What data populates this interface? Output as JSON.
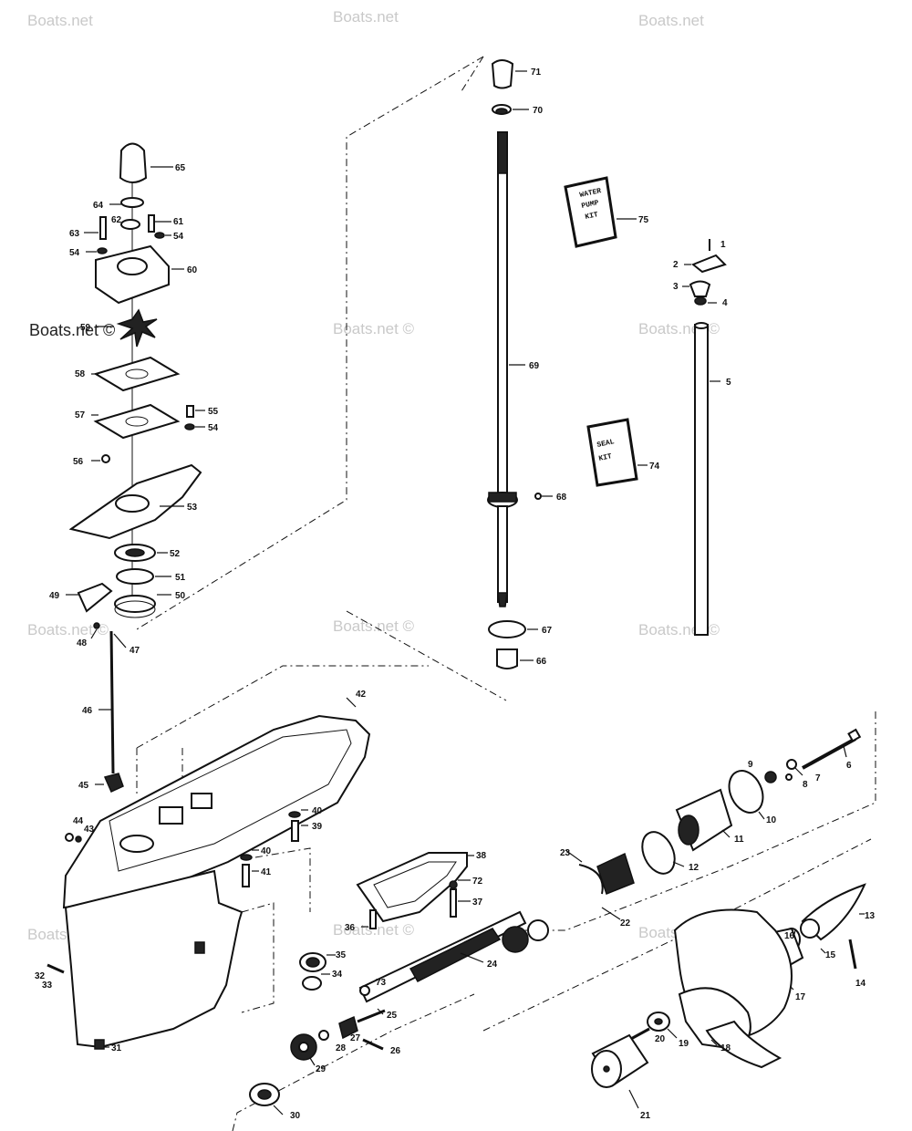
{
  "watermark": {
    "text": "Boats.net",
    "text_copyright": "Boats.net ©"
  },
  "kits": {
    "water_pump_kit": [
      "WATER",
      "PUMP",
      "KIT"
    ],
    "seal_kit": [
      "SEAL",
      "KIT"
    ]
  },
  "callouts": {
    "c1": "1",
    "c2": "2",
    "c3": "3",
    "c4": "4",
    "c5": "5",
    "c6": "6",
    "c7": "7",
    "c8": "8",
    "c9": "9",
    "c10": "10",
    "c11": "11",
    "c12": "12",
    "c13": "13",
    "c14": "14",
    "c15": "15",
    "c16": "16",
    "c17": "17",
    "c18": "18",
    "c19": "19",
    "c20": "20",
    "c21": "21",
    "c22": "22",
    "c23": "23",
    "c24": "24",
    "c25": "25",
    "c26": "26",
    "c27": "27",
    "c28": "28",
    "c29": "29",
    "c30": "30",
    "c31": "31",
    "c32": "32",
    "c33": "33",
    "c34": "34",
    "c35": "35",
    "c36": "36",
    "c37": "37",
    "c38": "38",
    "c39": "39",
    "c40a": "40",
    "c40b": "40",
    "c41": "41",
    "c42": "42",
    "c43": "43",
    "c44": "44",
    "c45": "45",
    "c46": "46",
    "c47": "47",
    "c48": "48",
    "c49": "49",
    "c50": "50",
    "c51": "51",
    "c52": "52",
    "c53": "53",
    "c54a": "54",
    "c54b": "54",
    "c54c": "54",
    "c55a": "55",
    "c55b": "55",
    "c56": "56",
    "c57": "57",
    "c58": "58",
    "c59": "59",
    "c60": "60",
    "c61": "61",
    "c62": "62",
    "c63": "63",
    "c64": "64",
    "c65": "65",
    "c66": "66",
    "c67": "67",
    "c68": "68",
    "c69": "69",
    "c70": "70",
    "c71": "71",
    "c72": "72",
    "c73": "73",
    "c74": "74",
    "c75": "75"
  }
}
